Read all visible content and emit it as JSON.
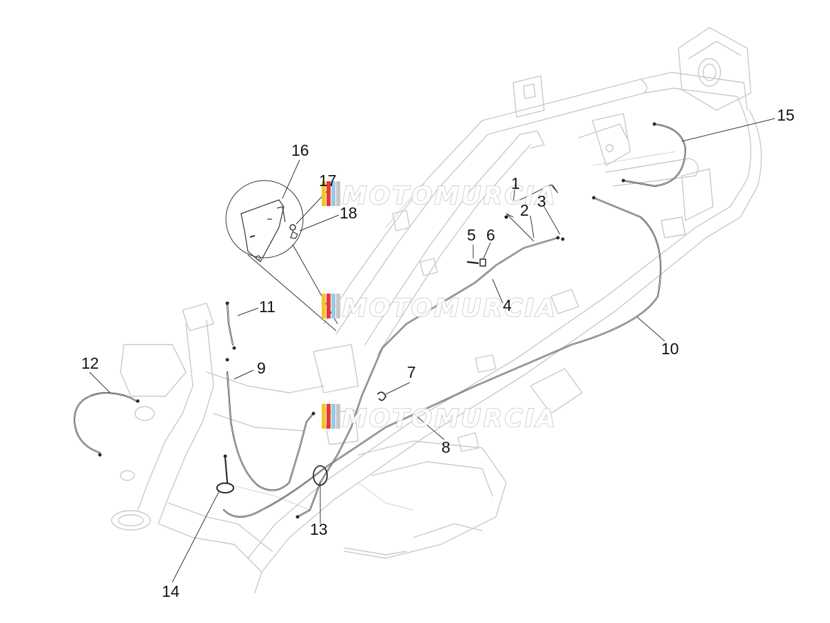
{
  "callouts": [
    "1",
    "2",
    "3",
    "4",
    "5",
    "6",
    "7",
    "8",
    "9",
    "10",
    "11",
    "12",
    "13",
    "14",
    "15",
    "16",
    "17",
    "18"
  ],
  "watermark": {
    "text": "MOTOMURCIA",
    "colors": [
      "#f2c230",
      "#e5392f",
      "#9cc9e6",
      "#c7c7c7"
    ]
  },
  "colors": {
    "frame": "#c9c9c9",
    "cable": "#2a2a2a",
    "text": "#111111"
  }
}
